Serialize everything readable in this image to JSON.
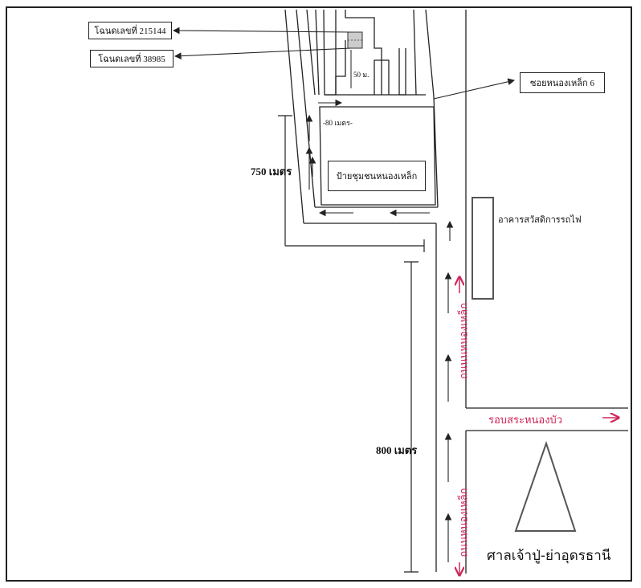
{
  "labels": {
    "deed_1": "โฉนดเลขที่ 215144",
    "deed_2": "โฉนดเลขที่ 38985",
    "soi": "ซอยหนองเหล็ก 6",
    "dist_50": "50 ม.",
    "dist_80": "-80 เมตร-",
    "dist_750": "750 เมตร",
    "dist_800": "800 เมตร",
    "bus_sign": "ป้ายชุมชนหนองเหล็ก",
    "railway_building": "อาคารสวัสดิการรถไฟ",
    "shrine": "ศาลเจ้าปู่-ย่าอุดรธานี"
  },
  "handwritten": {
    "road_upper": "ถนนนหนองเหล็ก",
    "road_lower": "ถนนหนองเหล็ก",
    "cross_road": "รอบสระหนองบัว"
  },
  "colors": {
    "line": "#222222",
    "building_fill": "#cccccc",
    "handwriting": "#d0285a"
  }
}
